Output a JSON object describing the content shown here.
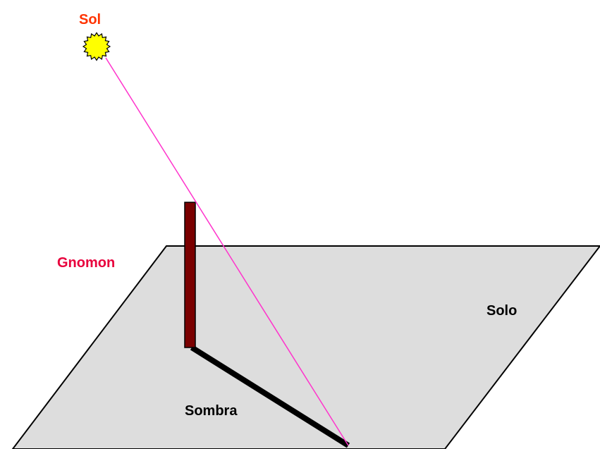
{
  "labels": {
    "sun": "Sol",
    "gnomon": "Gnomon",
    "ground": "Solo",
    "shadow": "Sombra"
  },
  "colors": {
    "sun_label": "#ff3300",
    "gnomon_label": "#e8003c",
    "text": "#000000",
    "ground_fill": "#dddddd",
    "ground_stroke": "#000000",
    "sun_fill": "#ffff00",
    "gnomon_fill": "#7a0000",
    "ray": "#ff33cc",
    "shadow": "#000000"
  }
}
